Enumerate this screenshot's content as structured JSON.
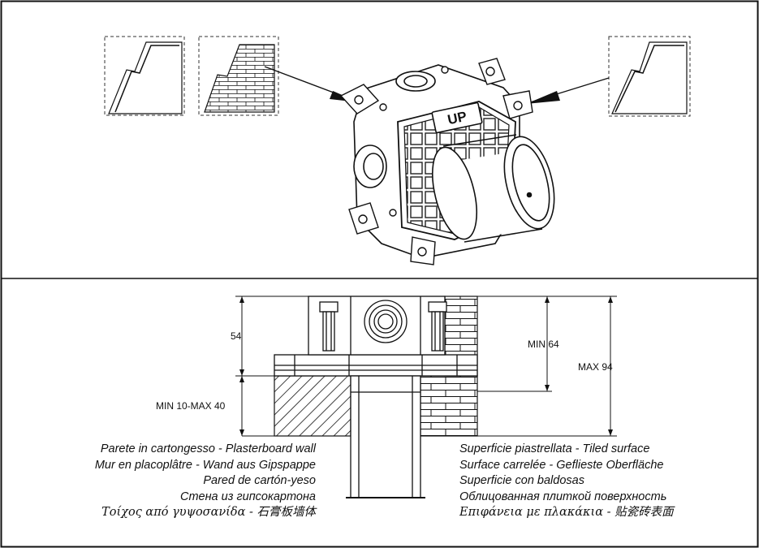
{
  "upper_panel": {
    "body_label": "UP"
  },
  "dimensions": {
    "d54": "54",
    "min_max_plaster": "MIN 10-MAX 40",
    "min_tile": "MIN 64",
    "max_tile": "MAX 94"
  },
  "captions": {
    "plasterboard": [
      "Parete in cartongesso - Plasterboard wall",
      "Mur en placoplâtre - Wand aus Gipspappe",
      "Pared de cartón-yeso",
      "Стена из гипсокартона",
      "Τοίχος από γυψοσανίδα - 石膏板墙体"
    ],
    "tiled": [
      "Superficie piastrellata - Tiled surface",
      "Surface carrelée - Geflieste Oberfläche",
      "Superficie con baldosas",
      "Облицованная плиткой поверхность",
      "Επιφάνεια με πλακάκια - 贴瓷砖表面"
    ]
  }
}
